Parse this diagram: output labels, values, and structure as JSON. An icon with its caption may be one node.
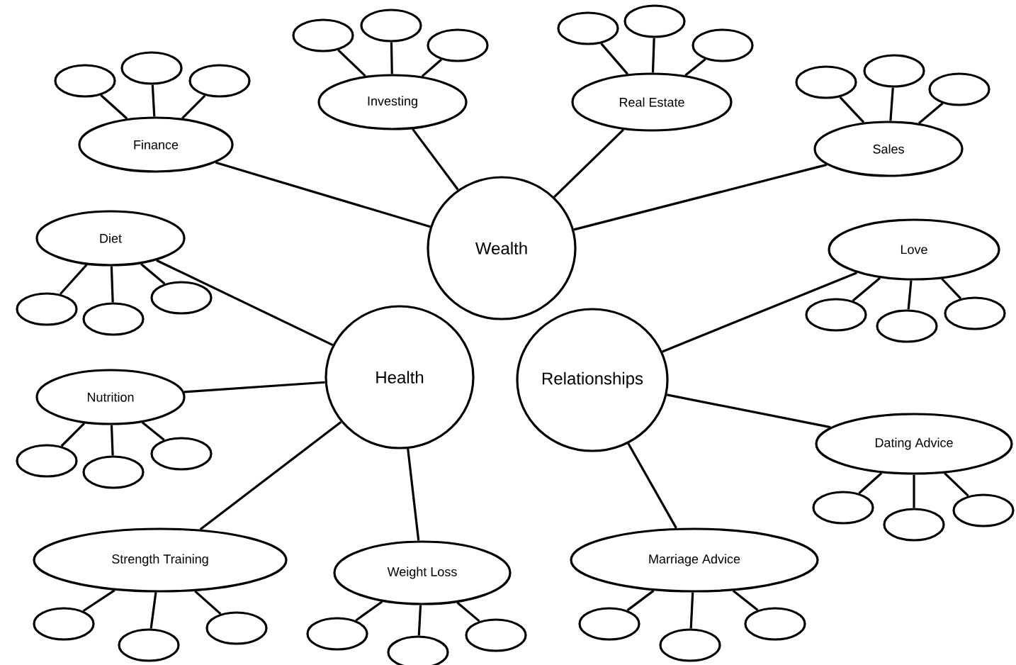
{
  "diagram": {
    "nodes": [
      {
        "text": [
          "Investing"
        ]
      },
      {
        "text": [
          "Real Estate"
        ]
      },
      {
        "text": [
          "Finance"
        ]
      },
      {
        "text": [
          "Sales"
        ]
      },
      {
        "text": [
          "Wealth"
        ]
      },
      {
        "text": [
          "Diet"
        ]
      },
      {
        "text": [
          "Love"
        ]
      },
      {
        "text": [
          "Health"
        ]
      },
      {
        "text": [
          "Relationships"
        ]
      },
      {
        "text": [
          "Nutrition"
        ]
      },
      {
        "text": [
          "Dating Advice"
        ]
      },
      {
        "text": [
          "Strength Training"
        ]
      },
      {
        "text": [
          "Weight Loss"
        ]
      },
      {
        "text": [
          "Marriage Advice"
        ]
      },
      {
        "text": [],
        "shape": "ellipse"
      },
      {
        "text": [],
        "shape": "ellipse"
      },
      {
        "text": [],
        "shape": "ellipse"
      },
      {
        "text": [],
        "shape": "ellipse"
      },
      {
        "text": [],
        "shape": "ellipse"
      },
      {
        "text": [],
        "shape": "ellipse"
      },
      {
        "text": [],
        "shape": "ellipse"
      },
      {
        "text": [],
        "shape": "ellipse"
      },
      {
        "text": [],
        "shape": "ellipse"
      },
      {
        "text": [],
        "shape": "ellipse"
      },
      {
        "text": [],
        "shape": "ellipse"
      },
      {
        "text": [],
        "shape": "ellipse"
      },
      {
        "text": [],
        "shape": "ellipse"
      },
      {
        "text": [],
        "shape": "ellipse"
      },
      {
        "text": [],
        "shape": "ellipse"
      },
      {
        "text": [],
        "shape": "ellipse"
      },
      {
        "text": [],
        "shape": "ellipse"
      },
      {
        "text": [],
        "shape": "ellipse"
      },
      {
        "text": [],
        "shape": "ellipse"
      },
      {
        "text": [],
        "shape": "ellipse"
      },
      {
        "text": [],
        "shape": "ellipse"
      },
      {
        "text": [],
        "shape": "ellipse"
      },
      {
        "text": [],
        "shape": "ellipse"
      },
      {
        "text": [],
        "shape": "ellipse"
      },
      {
        "text": [],
        "shape": "ellipse"
      },
      {
        "text": [],
        "shape": "ellipse"
      },
      {
        "text": [],
        "shape": "ellipse"
      },
      {
        "text": [],
        "shape": "ellipse"
      },
      {
        "text": [],
        "shape": "ellipse"
      },
      {
        "text": [],
        "shape": "ellipse"
      },
      {
        "text": [],
        "shape": "ellipse"
      },
      {
        "text": [],
        "shape": "ellipse"
      },
      {
        "text": [],
        "shape": "ellipse"
      }
    ],
    "edges": [
      {
        "from": 0,
        "to": 4,
        "arrow": "none"
      },
      {
        "from": 1,
        "to": 4,
        "arrow": "none"
      },
      {
        "from": 2,
        "to": 4,
        "arrow": "none"
      },
      {
        "from": 3,
        "to": 4,
        "arrow": "none"
      },
      {
        "from": 5,
        "to": 7,
        "arrow": "none"
      },
      {
        "from": 6,
        "to": 8,
        "arrow": "none"
      },
      {
        "from": 9,
        "to": 7,
        "arrow": "none"
      },
      {
        "from": 10,
        "to": 8,
        "arrow": "none"
      },
      {
        "from": 11,
        "to": 7,
        "arrow": "none"
      },
      {
        "from": 12,
        "to": 7,
        "arrow": "none"
      },
      {
        "from": 13,
        "to": 8,
        "arrow": "none"
      },
      {
        "from": 0,
        "to": 14,
        "arrow": "none"
      },
      {
        "from": 0,
        "to": 15,
        "arrow": "none"
      },
      {
        "from": 0,
        "to": 16,
        "arrow": "none"
      },
      {
        "from": 1,
        "to": 17,
        "arrow": "none"
      },
      {
        "from": 1,
        "to": 18,
        "arrow": "none"
      },
      {
        "from": 1,
        "to": 19,
        "arrow": "none"
      },
      {
        "from": 2,
        "to": 20,
        "arrow": "none"
      },
      {
        "from": 2,
        "to": 21,
        "arrow": "none"
      },
      {
        "from": 2,
        "to": 22,
        "arrow": "none"
      },
      {
        "from": 3,
        "to": 23,
        "arrow": "none"
      },
      {
        "from": 3,
        "to": 24,
        "arrow": "none"
      },
      {
        "from": 3,
        "to": 25,
        "arrow": "none"
      },
      {
        "from": 5,
        "to": 26,
        "arrow": "none"
      },
      {
        "from": 5,
        "to": 27,
        "arrow": "none"
      },
      {
        "from": 5,
        "to": 28,
        "arrow": "none"
      },
      {
        "from": 6,
        "to": 29,
        "arrow": "none"
      },
      {
        "from": 6,
        "to": 30,
        "arrow": "none"
      },
      {
        "from": 6,
        "to": 31,
        "arrow": "none"
      },
      {
        "from": 9,
        "to": 32,
        "arrow": "none"
      },
      {
        "from": 9,
        "to": 33,
        "arrow": "none"
      },
      {
        "from": 9,
        "to": 34,
        "arrow": "none"
      },
      {
        "from": 10,
        "to": 35,
        "arrow": "none"
      },
      {
        "from": 10,
        "to": 36,
        "arrow": "none"
      },
      {
        "from": 10,
        "to": 37,
        "arrow": "none"
      },
      {
        "from": 11,
        "to": 38,
        "arrow": "none"
      },
      {
        "from": 11,
        "to": 39,
        "arrow": "none"
      },
      {
        "from": 11,
        "to": 40,
        "arrow": "none"
      },
      {
        "from": 12,
        "to": 41,
        "arrow": "none"
      },
      {
        "from": 12,
        "to": 42,
        "arrow": "none"
      },
      {
        "from": 12,
        "to": 43,
        "arrow": "none"
      },
      {
        "from": 13,
        "to": 44,
        "arrow": "none"
      },
      {
        "from": 13,
        "to": 45,
        "arrow": "none"
      },
      {
        "from": 13,
        "to": 46,
        "arrow": "none"
      }
    ]
  }
}
